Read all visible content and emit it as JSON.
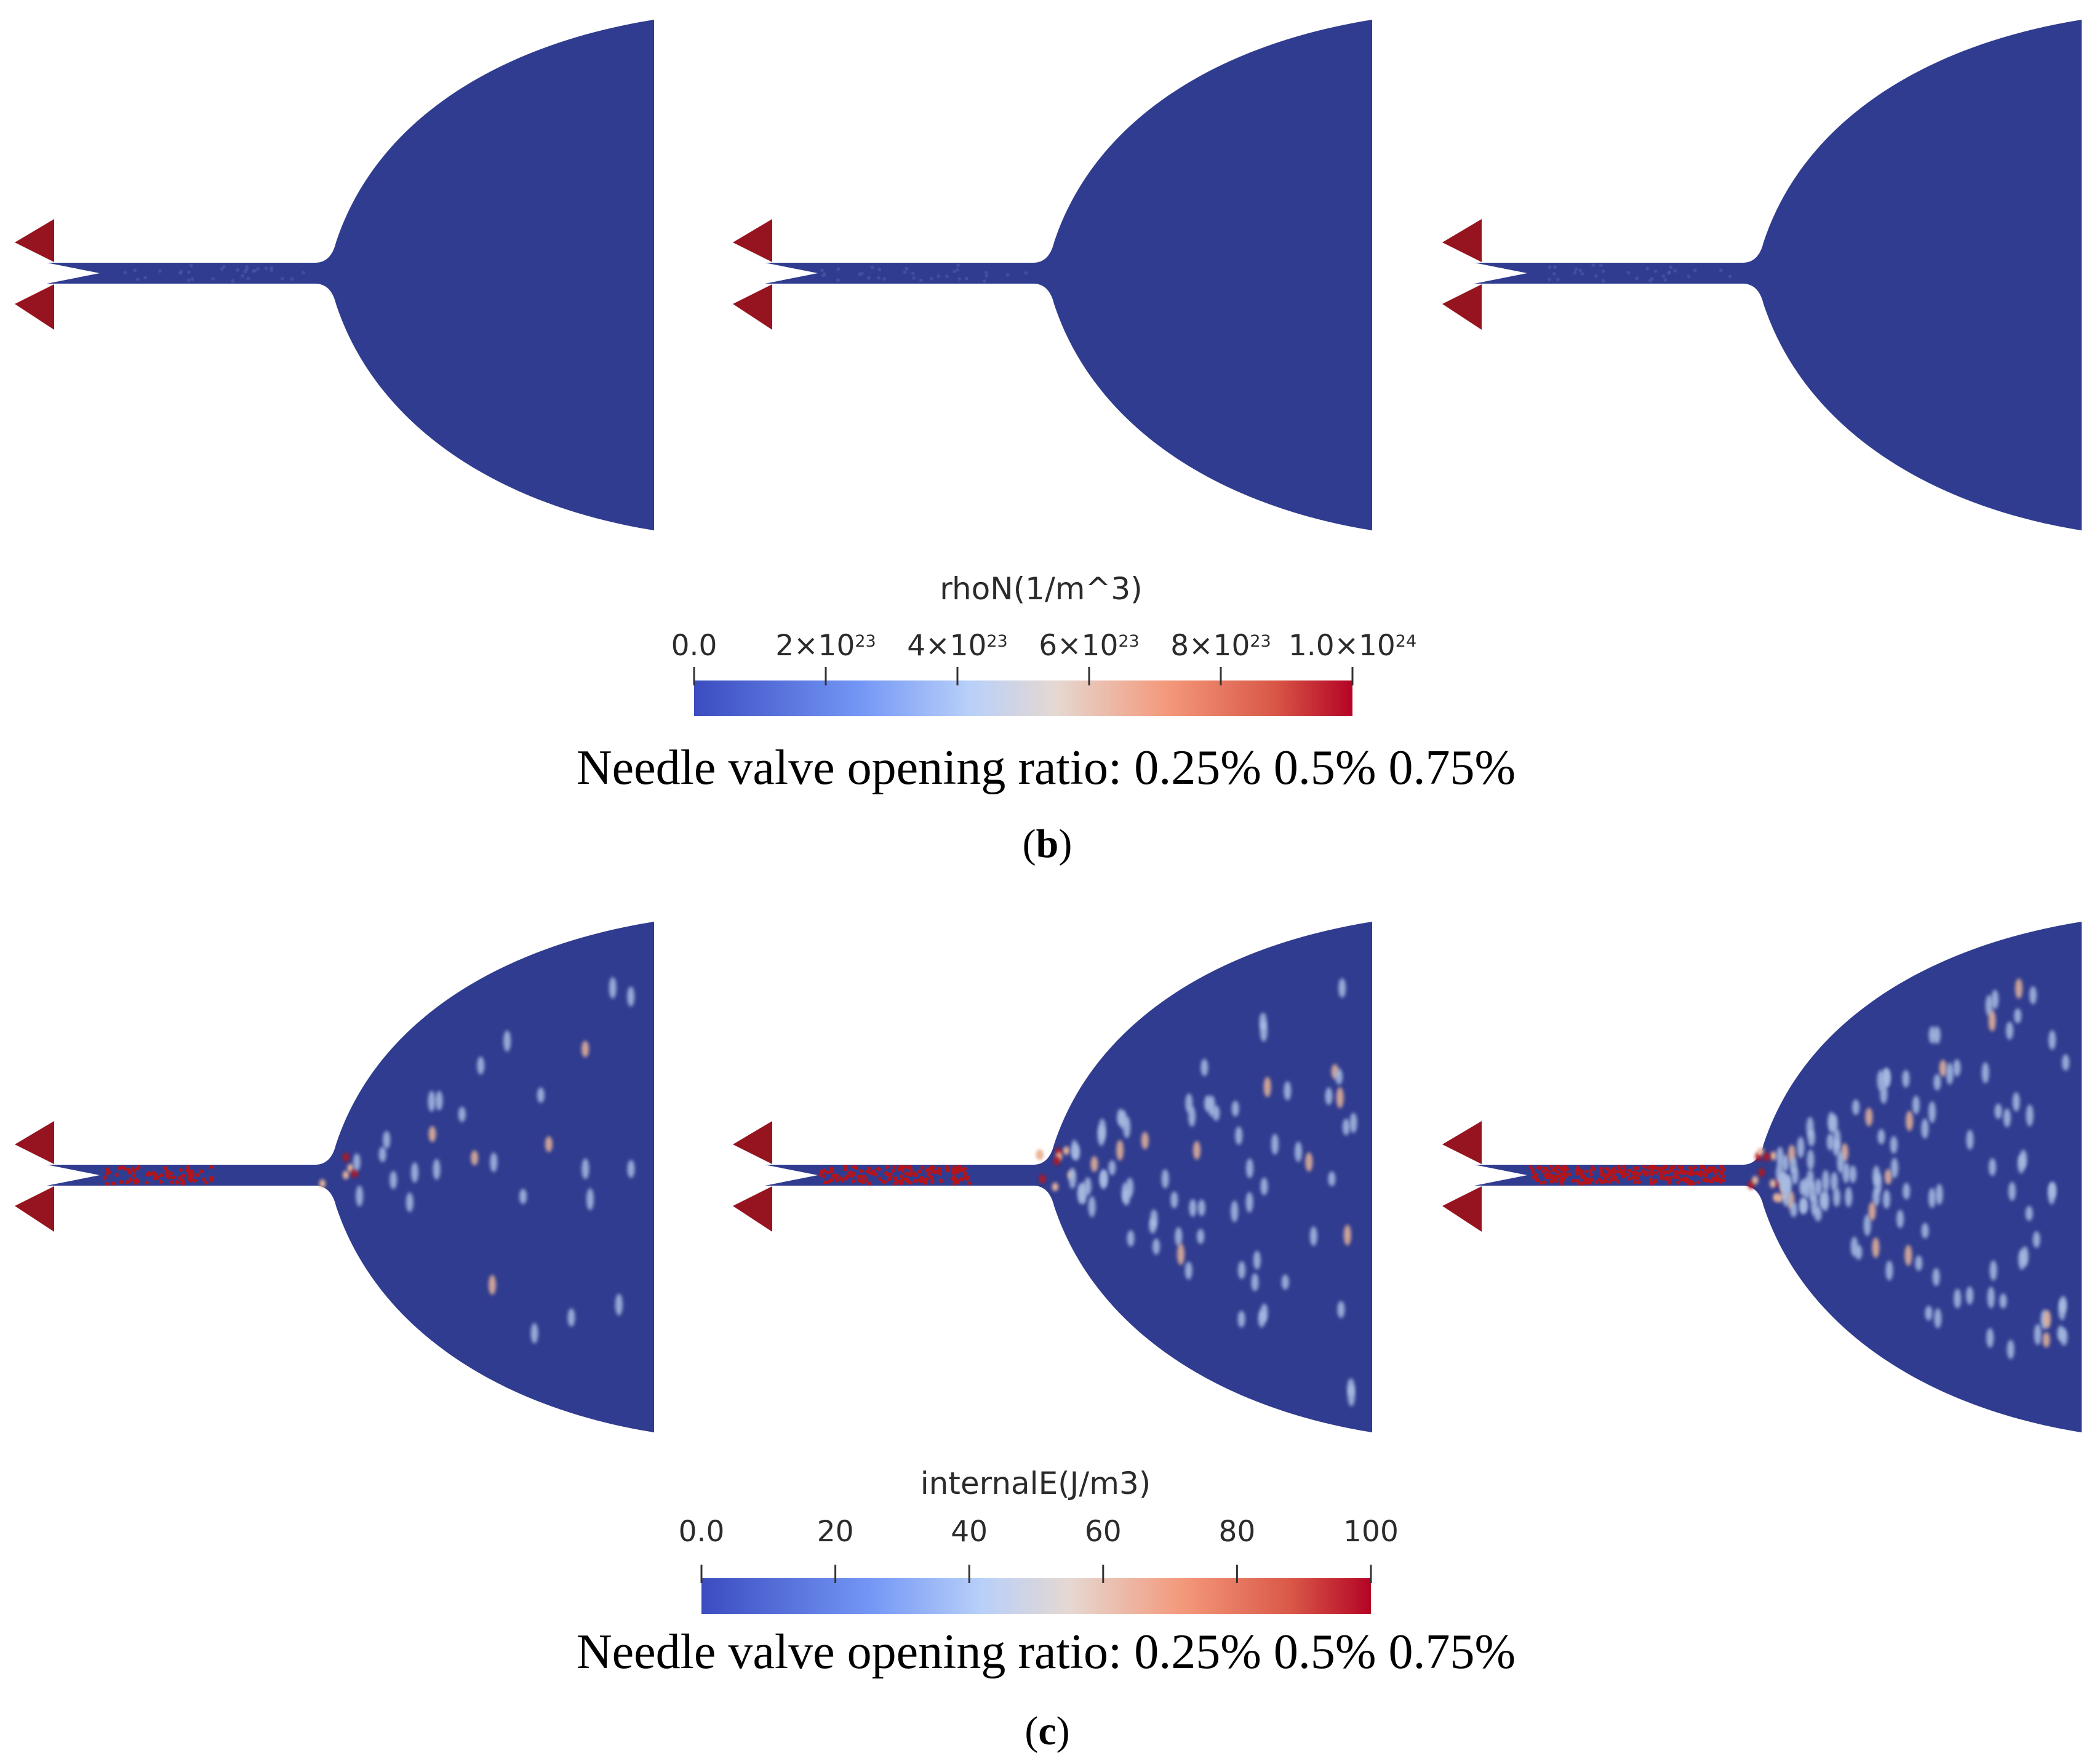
{
  "figure_panels": [
    {
      "label": "b",
      "colorbar": {
        "title": "rhoN(1/m^3)",
        "ticks": [
          {
            "mant": "0.0",
            "exp": ""
          },
          {
            "mant": "2×10",
            "exp": "23"
          },
          {
            "mant": "4×10",
            "exp": "23"
          },
          {
            "mant": "6×10",
            "exp": "23"
          },
          {
            "mant": "8×10",
            "exp": "23"
          },
          {
            "mant": "1.0×10",
            "exp": "24"
          }
        ]
      },
      "caption": "Needle valve opening ratio: 0.25% 0.5% 0.75%",
      "plots": [
        {
          "opening_ratio": "0.25%",
          "field_state": "uniform low"
        },
        {
          "opening_ratio": "0.5%",
          "field_state": "uniform low"
        },
        {
          "opening_ratio": "0.75%",
          "field_state": "uniform low"
        }
      ]
    },
    {
      "label": "c",
      "colorbar": {
        "title": "internalE(J/m3)",
        "ticks": [
          {
            "mant": "0.0",
            "exp": ""
          },
          {
            "mant": "20",
            "exp": ""
          },
          {
            "mant": "40",
            "exp": ""
          },
          {
            "mant": "60",
            "exp": ""
          },
          {
            "mant": "80",
            "exp": ""
          },
          {
            "mant": "100",
            "exp": ""
          }
        ]
      },
      "caption": "Needle valve opening ratio: 0.25% 0.5% 0.75%",
      "plots": [
        {
          "opening_ratio": "0.25%",
          "particle_density": 0.15
        },
        {
          "opening_ratio": "0.5%",
          "particle_density": 0.55
        },
        {
          "opening_ratio": "0.75%",
          "particle_density": 1.0
        }
      ]
    }
  ],
  "colors": {
    "domain_fill": "#303c8f",
    "needle": "#96141f",
    "hot_particle": "#b3151d",
    "warm_particle": "#e9b59a",
    "cool_particle": "#a8bde3",
    "colormap": [
      "#3b4cc0",
      "#aac7fd",
      "#dddddd",
      "#f4987a",
      "#b40426"
    ]
  }
}
